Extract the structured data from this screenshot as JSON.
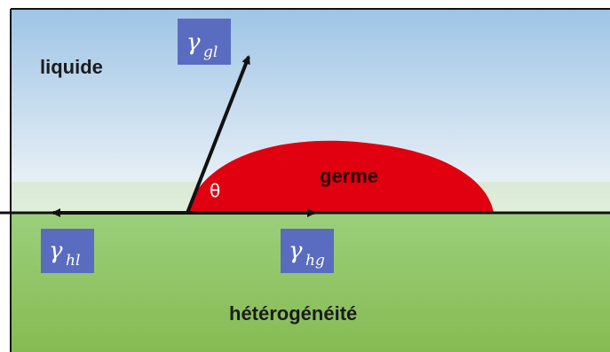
{
  "labels": {
    "liquid": "liquide",
    "germ": "germe",
    "substrate": "hétérogénéité",
    "angle": "θ"
  },
  "tensions": {
    "gas_liquid": {
      "symbol": "γ",
      "subscript": "gl"
    },
    "substrate_liquid": {
      "symbol": "γ",
      "subscript": "hl"
    },
    "substrate_germ": {
      "symbol": "γ",
      "subscript": "hg"
    }
  },
  "colors": {
    "liquid_top": "#9ec4e6",
    "liquid_bottom": "#f4f7f9",
    "substrate_top": "#9ccf7c",
    "substrate_bottom": "#86bb52",
    "germ": "#e0000f",
    "label_box": "#5a6cc0",
    "vector": "#111111"
  }
}
